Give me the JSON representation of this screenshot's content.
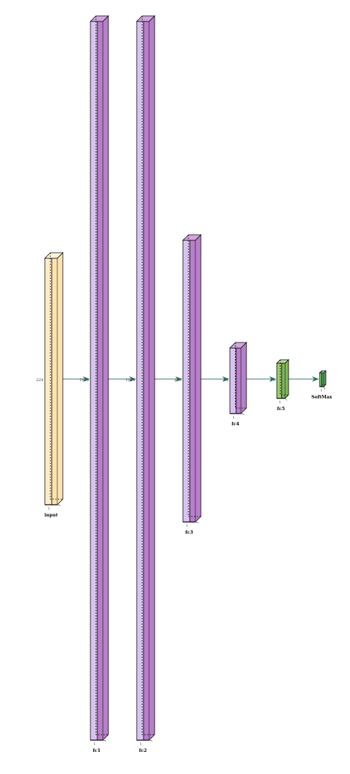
{
  "layers": [
    {
      "name": "input",
      "depth_label": "224",
      "width_label": "1",
      "front": "#fcecc8",
      "side": "#fbe3b0",
      "top": "#fdf3da"
    },
    {
      "name": "fc1",
      "depth_label": "1024",
      "width_label": "1",
      "front": "#d7c4ee",
      "side": "#b77fc9",
      "top": "#cfa6dc"
    },
    {
      "name": "fc2",
      "depth_label": "1024",
      "width_label": "1",
      "front": "#d7c4ee",
      "side": "#b77fc9",
      "top": "#cfa6dc"
    },
    {
      "name": "fc3",
      "depth_label": "256",
      "width_label": "1",
      "front": "#d7c4ee",
      "side": "#b77fc9",
      "top": "#cfa6dc"
    },
    {
      "name": "fc4",
      "depth_label": "64",
      "width_label": "1",
      "front": "#d7c4ee",
      "side": "#b77fc9",
      "top": "#cfa6dc"
    },
    {
      "name": "fc5",
      "depth_label": "10",
      "width_label": "1",
      "front": "#9ccc74",
      "side": "#7fb85a",
      "top": "#b8dc98"
    },
    {
      "name": "SoftMax",
      "depth_label": "",
      "width_label": "1",
      "front": "#7fc47f",
      "side": "#5aa85a",
      "top": "#a8d8a8"
    }
  ],
  "captions": [
    "input",
    "fc1",
    "fc2",
    "fc3",
    "fc4",
    "fc5",
    "SoftMax"
  ],
  "colors": {
    "arrow": "#2f6f6f",
    "edge": "#000000"
  }
}
